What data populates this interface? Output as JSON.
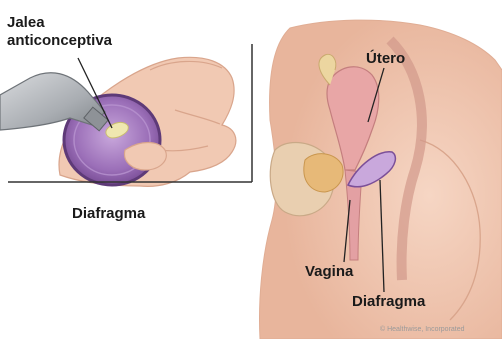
{
  "labels": {
    "jelly_line1": "Jalea",
    "jelly_line2": "anticonceptiva",
    "diaphragm_left": "Diafragma",
    "uterus": "Útero",
    "vagina": "Vagina",
    "diaphragm_right": "Diafragma"
  },
  "copyright": "© Healthwise, Incorporated",
  "colors": {
    "skin": "#f1c9b3",
    "skin_shadow": "#d9a58c",
    "diaphragm": "#9b6fb8",
    "diaphragm_light": "#c9a8dc",
    "tube": "#b9bcc0",
    "jelly": "#efe7b0",
    "uterus": "#e8a6a6",
    "pelvis_bone": "#e9cfb0",
    "leader_line": "#222222"
  }
}
